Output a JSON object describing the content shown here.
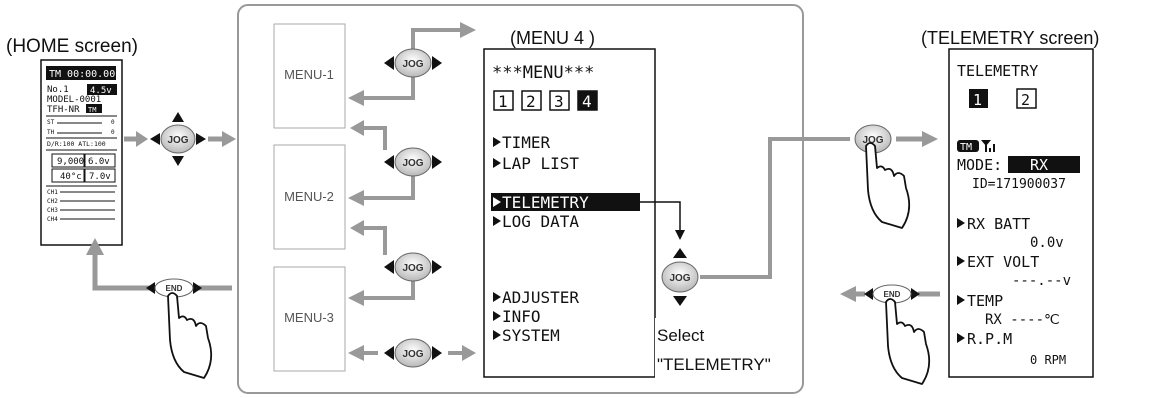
{
  "home": {
    "caption": "(HOME screen)",
    "timer": "TM 00:00.00",
    "model_no": "No.1",
    "voltage": "4.5v",
    "model_name": "MODEL-0001",
    "type_line": "TFH-NR",
    "tm_badge": "TM",
    "st_label": "ST",
    "st_val": "0",
    "th_label": "TH",
    "th_val": "0",
    "dr_line": "D/R:100 ATL:100",
    "cell1": "9,000",
    "cell2": "6.0v",
    "cell3": "40°c",
    "cell4": "7.0v",
    "ch1": "CH1",
    "ch2": "CH2",
    "ch3": "CH3",
    "ch4": "CH4"
  },
  "menu_panels": {
    "menu1": "MENU-1",
    "menu2": "MENU-2",
    "menu3": "MENU-3"
  },
  "menu4": {
    "caption": "(MENU 4 )",
    "header": "***MENU***",
    "tabs": [
      "1",
      "2",
      "3",
      "4"
    ],
    "items": [
      "TIMER",
      "LAP LIST",
      "TELEMETRY",
      "LOG DATA",
      "ADJUSTER",
      "INFO",
      "SYSTEM"
    ],
    "select_line1": "Select",
    "select_line2": "\"TELEMETRY\""
  },
  "telemetry": {
    "caption": "(TELEMETRY screen)",
    "title": "TELEMETRY",
    "tab1": "1",
    "tab2": "2",
    "tm_badge": "TM",
    "mode_label": "MODE:",
    "mode_value": "RX",
    "id_line": "ID=171900037",
    "rx_batt_label": "RX BATT",
    "rx_batt_value": "0.0v",
    "ext_volt_label": "EXT VOLT",
    "ext_volt_value": "---.--v",
    "temp_label": "TEMP",
    "temp_value": "RX ----℃",
    "rpm_label": "R.P.M",
    "rpm_value": "0 RPM"
  },
  "buttons": {
    "jog": "JOG",
    "end": "END"
  }
}
